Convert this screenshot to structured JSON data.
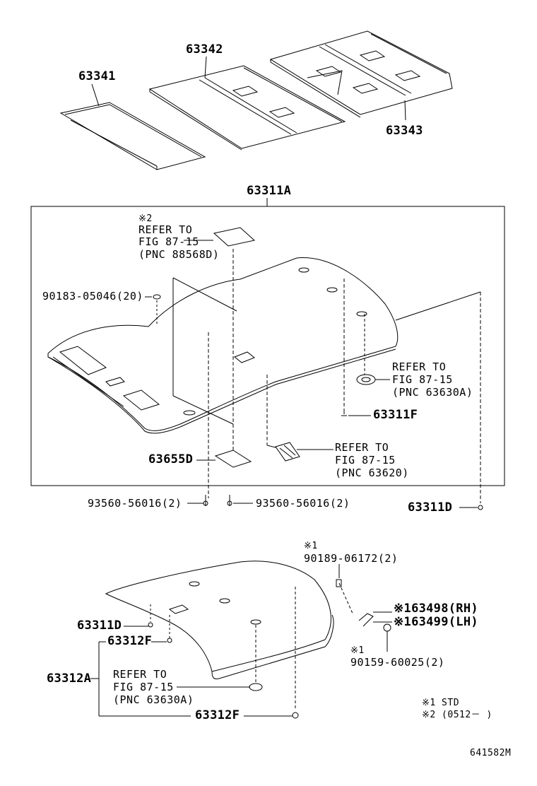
{
  "labels": {
    "p63341": "63341",
    "p63342": "63342",
    "p63343": "63343",
    "p63311a": "63311A",
    "ref1_mark": "※2",
    "ref1_l1": "REFER TO",
    "ref1_l2": "FIG 87-15",
    "ref1_l3": "(PNC 88568D)",
    "p90183": "90183-05046(20)",
    "ref2_l1": "REFER TO",
    "ref2_l2": "FIG 87-15",
    "ref2_l3": "(PNC 63630A)",
    "p63311f": "63311F",
    "p63655d": "63655D",
    "ref3_l1": "REFER TO",
    "ref3_l2": "FIG 87-15",
    "ref3_l3": "(PNC 63620)",
    "p93560_left": "93560-56016(2)",
    "p93560_right": "93560-56016(2)",
    "p63311d_top": "63311D",
    "p90189_mark": "※1",
    "p90189": "90189-06172(2)",
    "p63498": "※163498(RH)",
    "p63499": "※163499(LH)",
    "p90159_mark": "※1",
    "p90159": "90159-60025(2)",
    "p63311d_bottom": "63311D",
    "p63312f_top": "63312F",
    "p63312a": "63312A",
    "ref4_l1": "REFER TO",
    "ref4_l2": "FIG 87-15",
    "ref4_l3": "(PNC 63630A)",
    "p63312f_bottom": "63312F",
    "note1": "※1 STD",
    "note2": "※2 (0512－    )",
    "diagram_id": "641582M"
  },
  "colors": {
    "line": "#000000",
    "panel": "#ffffff"
  }
}
